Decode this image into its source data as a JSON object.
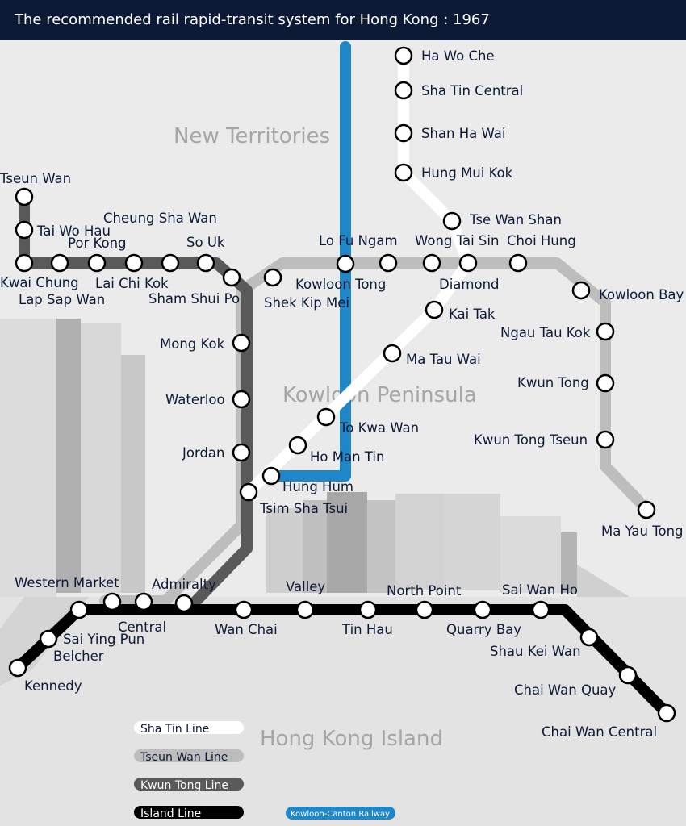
{
  "title": "The recommended rail rapid-transit system for Hong Kong : 1967",
  "colors": {
    "background": "#ebebeb",
    "title_bar": "#0d1a36",
    "sha_tin_line": "#ffffff",
    "tseun_wan_line": "#bdbdbd",
    "kwun_tong_line": "#595959",
    "island_line": "#000000",
    "kowloon_canton_railway": "#1f86c8",
    "station_text": "#0d1a36",
    "region_text": "#a6a6a6"
  },
  "regions": {
    "new_territories": "New Territories",
    "kowloon_peninsula": "Kowloon Peninsula",
    "hong_kong_island": "Hong Kong Island"
  },
  "legend": {
    "sha_tin_line": "Sha Tin Line",
    "tseun_wan_line": "Tseun Wan Line",
    "kwun_tong_line": "Kwun Tong Line",
    "island_line": "Island Line",
    "kowloon_canton_railway": "Kowloon-Canton Railway"
  },
  "stations": {
    "ha_wo_che": "Ha Wo Che",
    "sha_tin_central": "Sha Tin Central",
    "shan_ha_wai": "Shan Ha Wai",
    "hung_mui_kok": "Hung Mui Kok",
    "tse_wan_shan": "Tse Wan Shan",
    "tseun_wan": "Tseun Wan",
    "tai_wo_hau": "Tai Wo Hau",
    "cheung_sha_wan": "Cheung Sha Wan",
    "por_kong": "Por Kong",
    "so_uk": "So Uk",
    "kwai_chung": "Kwai Chung",
    "lap_sap_wan": "Lap Sap Wan",
    "lai_chi_kok": "Lai Chi Kok",
    "sham_shui_po": "Sham Shui Po",
    "shek_kip_mei": "Shek Kip Mei",
    "lo_fu_ngam": "Lo Fu Ngam",
    "kowloon_tong": "Kowloon Tong",
    "wong_tai_sin": "Wong Tai Sin",
    "diamond": "Diamond",
    "choi_hung": "Choi Hung",
    "kowloon_bay": "Kowloon Bay",
    "kai_tak": "Kai Tak",
    "ngau_tau_kok": "Ngau Tau Kok",
    "mong_kok": "Mong Kok",
    "ma_tau_wai": "Ma Tau Wai",
    "waterloo": "Waterloo",
    "kwun_tong": "Kwun Tong",
    "to_kwa_wan": "To Kwa Wan",
    "jordan": "Jordan",
    "kwun_tong_tseun": "Kwun Tong Tseun",
    "ho_man_tin": "Ho Man Tin",
    "hung_hum": "Hung Hum",
    "tsim_sha_tsui": "Tsim Sha Tsui",
    "ma_yau_tong": "Ma Yau Tong",
    "western_market": "Western Market",
    "admiralty": "Admiralty",
    "valley": "Valley",
    "north_point": "North Point",
    "sai_wan_ho": "Sai Wan Ho",
    "central": "Central",
    "sai_ying_pun": "Sai Ying Pun",
    "belcher": "Belcher",
    "kennedy": "Kennedy",
    "wan_chai": "Wan Chai",
    "tin_hau": "Tin Hau",
    "quarry_bay": "Quarry Bay",
    "shau_kei_wan": "Shau Kei Wan",
    "chai_wan_quay": "Chai Wan Quay",
    "chai_wan_central": "Chai Wan Central"
  }
}
